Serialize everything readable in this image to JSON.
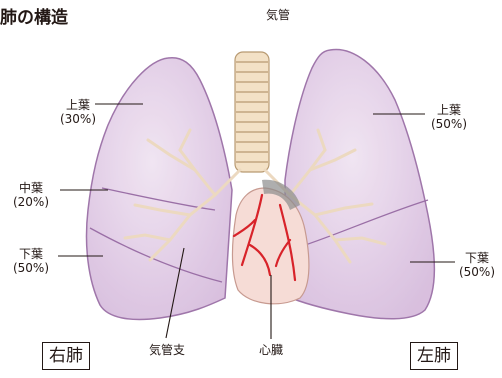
{
  "title": "肺の構造",
  "labels": {
    "trachea": "気管",
    "bronchus": "気管支",
    "heart": "心臓"
  },
  "right_lung": {
    "name": "右肺",
    "upper": {
      "name": "上葉",
      "pct": "(30%)"
    },
    "middle": {
      "name": "中葉",
      "pct": "(20%)"
    },
    "lower": {
      "name": "下葉",
      "pct": "(50%)"
    }
  },
  "left_lung": {
    "name": "左肺",
    "upper": {
      "name": "上葉",
      "pct": "(50%)"
    },
    "lower": {
      "name": "下葉",
      "pct": "(50%)"
    }
  },
  "colors": {
    "lung_fill": "#e2cde6",
    "lung_stroke": "#9a6fa6",
    "heart_fill": "#f6dcd6",
    "vessel": "#d8232a",
    "trachea": "#f3e1c6"
  }
}
